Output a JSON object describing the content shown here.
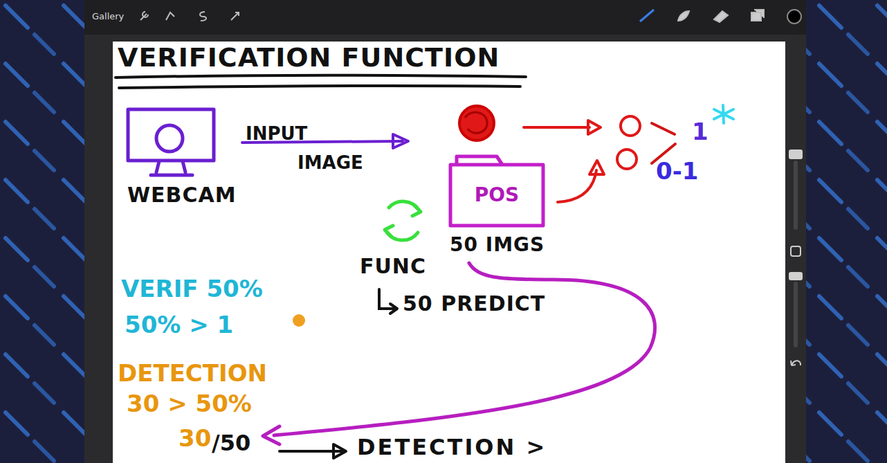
{
  "diagram": {
    "title": "VERIFICATION FUNCTION",
    "nodes": [
      {
        "text": [
          "WEBCAM"
        ]
      },
      {
        "text": [
          "POS",
          "50 IMGS"
        ]
      }
    ],
    "labels": [
      "Gallery",
      "INPUT IMAGE",
      "1",
      "0-1",
      "FUNC",
      "50 PREDICT",
      "VERIF 50%",
      "50% > 1",
      "DETECTION",
      "30 > 50%",
      "30",
      "/50",
      "DETECTION >"
    ]
  }
}
